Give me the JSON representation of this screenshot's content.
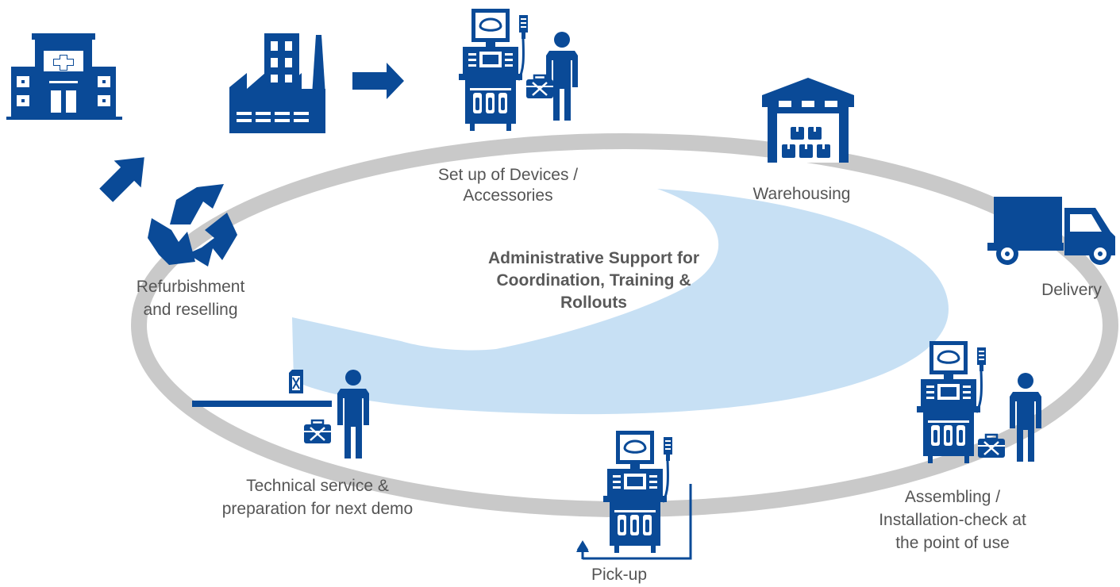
{
  "colors": {
    "icon_blue": "#0A4A97",
    "cycle_ring": "#C9C9C9",
    "center_swoosh": "#C7E0F4",
    "label_text": "#555555"
  },
  "center": {
    "lines": [
      "Administrative Support for",
      "Coordination, Training &",
      "Rollouts"
    ]
  },
  "steps": [
    {
      "id": "setup",
      "icon": "ultrasound-device-with-technician-icon",
      "lines": [
        "Set up of Devices /",
        "Accessories"
      ]
    },
    {
      "id": "warehousing",
      "icon": "warehouse-icon",
      "lines": [
        "Warehousing"
      ]
    },
    {
      "id": "delivery",
      "icon": "delivery-truck-icon",
      "lines": [
        "Delivery"
      ]
    },
    {
      "id": "assembling",
      "icon": "ultrasound-device-with-technician-icon",
      "lines": [
        "Assembling /",
        "Installation-check at",
        "the point of use"
      ]
    },
    {
      "id": "pickup",
      "icon": "ultrasound-device-pickup-icon",
      "lines": [
        "Pick-up"
      ]
    },
    {
      "id": "service",
      "icon": "technical-service-icon",
      "lines": [
        "Technical service &",
        "preparation for next demo"
      ]
    },
    {
      "id": "refurbish",
      "icon": "recycle-icon",
      "lines": [
        "Refurbishment",
        "and reselling"
      ]
    }
  ],
  "extras": {
    "hospital_icon": "hospital-icon",
    "factory_icon": "factory-icon"
  }
}
